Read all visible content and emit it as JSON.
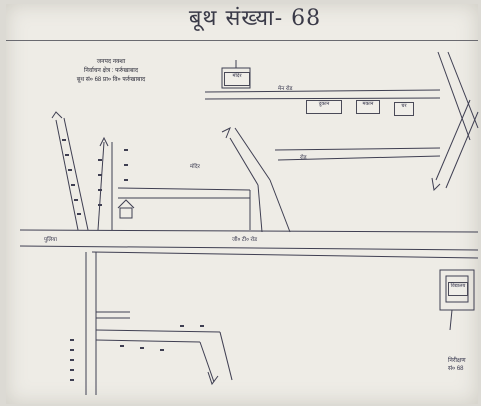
{
  "title": "बूथ संख्या- 68",
  "legend": {
    "line1": "जनपद नक्शा",
    "line2": "निर्वाचन क्षेत्र : फर्रुखाबाद",
    "line3": "बूथ सं० 68 प्रा० वि० फर्रुखाबाद"
  },
  "road_labels": {
    "top_road": "मेन रोड",
    "middle_road": "जी० टी० रोड",
    "left_marker": "पुलिया",
    "upper_mid_road": "रोड",
    "corner_label": "मंदिर"
  },
  "places": {
    "temple_box": "मंदिर",
    "box_a": "दुकान",
    "box_b": "मकान",
    "box_c": "घर",
    "school": "विद्यालय",
    "bottom_right_line1": "निरीक्षण",
    "bottom_right_line2": "सं० 68"
  },
  "colors": {
    "paper": "#eeece6",
    "ink": "#3f3f52"
  }
}
